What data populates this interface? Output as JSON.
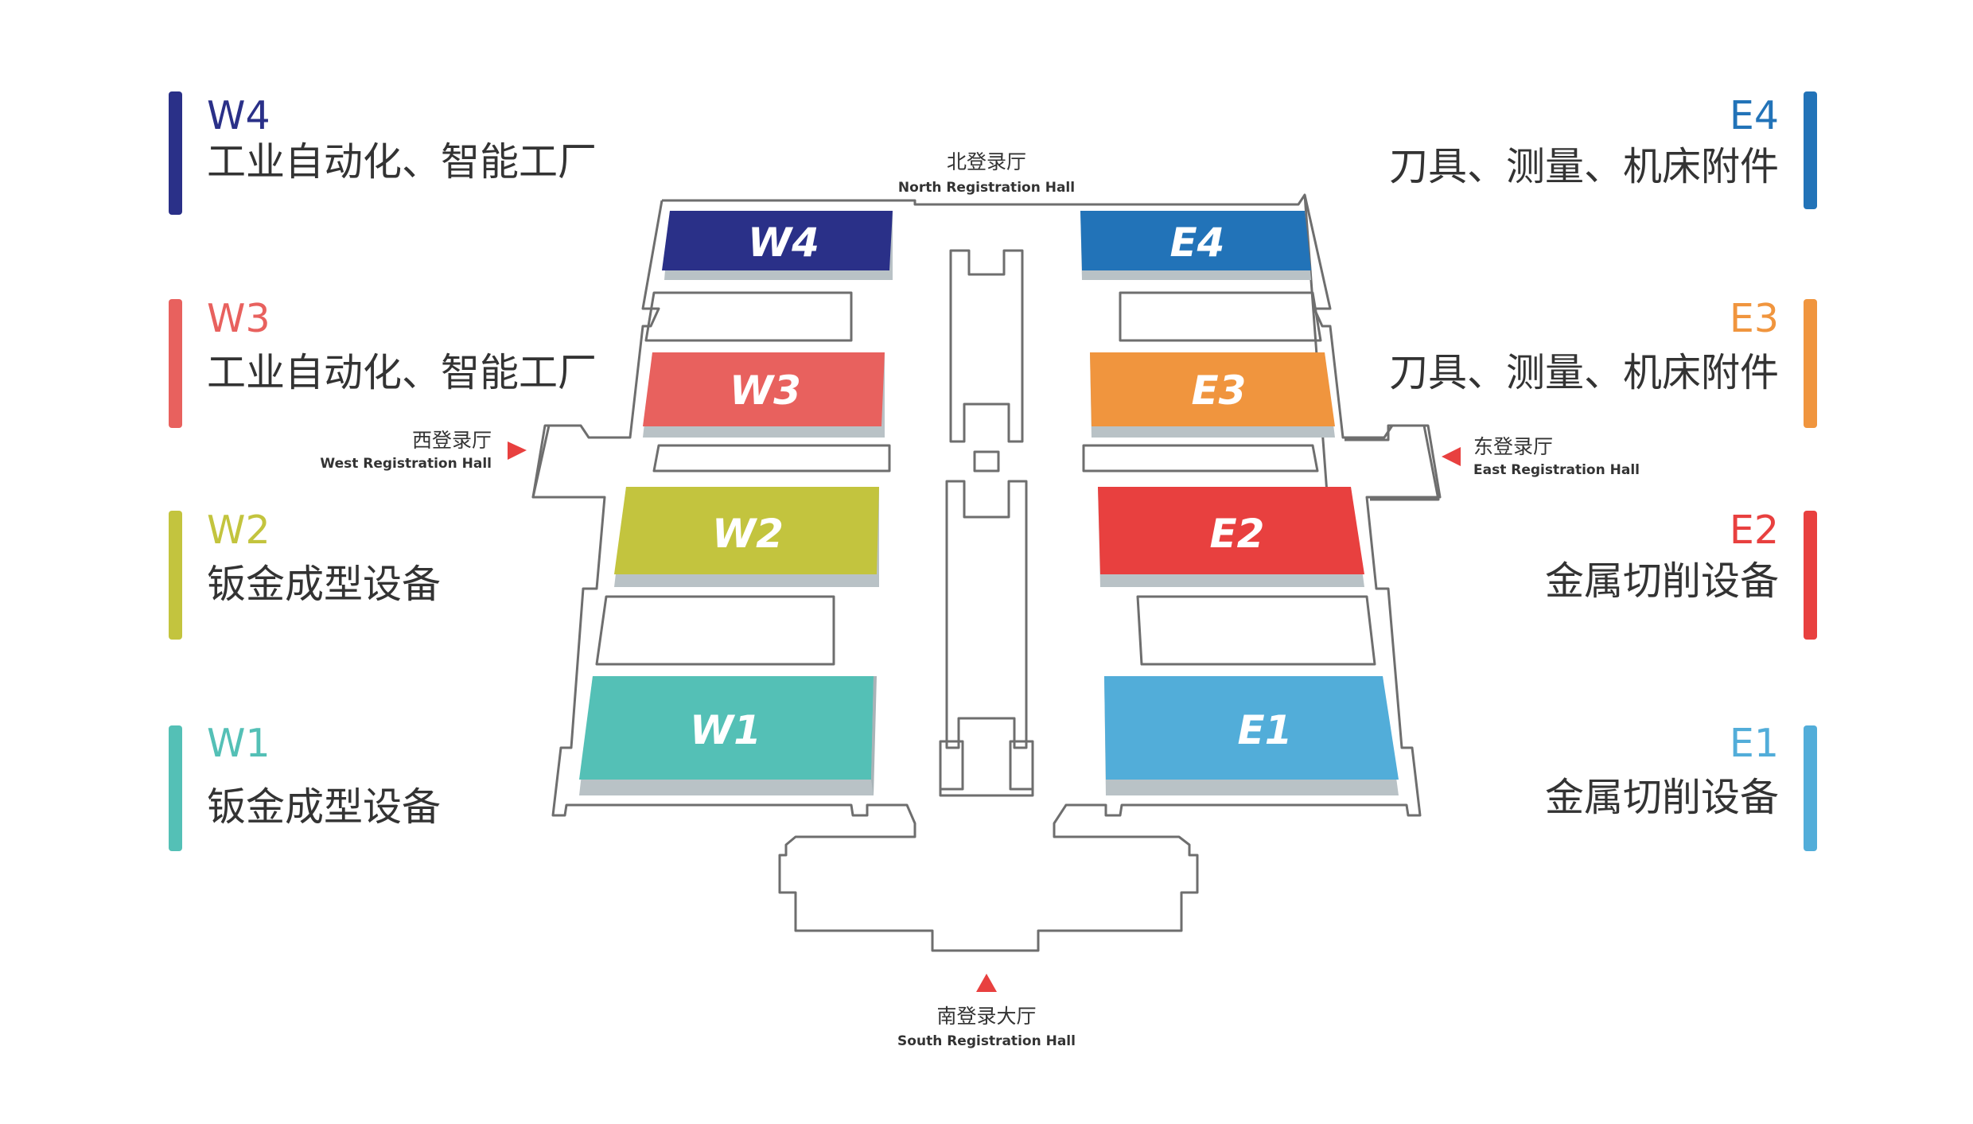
{
  "legend": {
    "W4": {
      "code": "W4",
      "desc": "工业自动化、智能工厂",
      "color": "#2a3088"
    },
    "W3": {
      "code": "W3",
      "desc": "工业自动化、智能工厂",
      "color": "#e8615e"
    },
    "W2": {
      "code": "W2",
      "desc": "钣金成型设备",
      "color": "#c3c43e"
    },
    "W1": {
      "code": "W1",
      "desc": "钣金成型设备",
      "color": "#54c0b6"
    },
    "E4": {
      "code": "E4",
      "desc": "刀具、测量、机床附件",
      "color": "#2273b8"
    },
    "E3": {
      "code": "E3",
      "desc": "刀具、测量、机床附件",
      "color": "#f0953e"
    },
    "E2": {
      "code": "E2",
      "desc": "金属切削设备",
      "color": "#e8403f"
    },
    "E1": {
      "code": "E1",
      "desc": "金属切削设备",
      "color": "#52add9"
    }
  },
  "halls": {
    "W4": "W4",
    "W3": "W3",
    "W2": "W2",
    "W1": "W1",
    "E4": "E4",
    "E3": "E3",
    "E2": "E2",
    "E1": "E1"
  },
  "registration": {
    "north": {
      "cn": "北登录厅",
      "en": "North Registration Hall"
    },
    "west": {
      "cn": "西登录厅",
      "en": "West Registration Hall"
    },
    "east": {
      "cn": "东登录厅",
      "en": "East Registration Hall"
    },
    "south": {
      "cn": "南登录大厅",
      "en": "South Registration Hall"
    }
  },
  "colors": {
    "arrow": "#e8403f",
    "outline": "#6e6e6e",
    "shadow": "#b9c2c6"
  }
}
